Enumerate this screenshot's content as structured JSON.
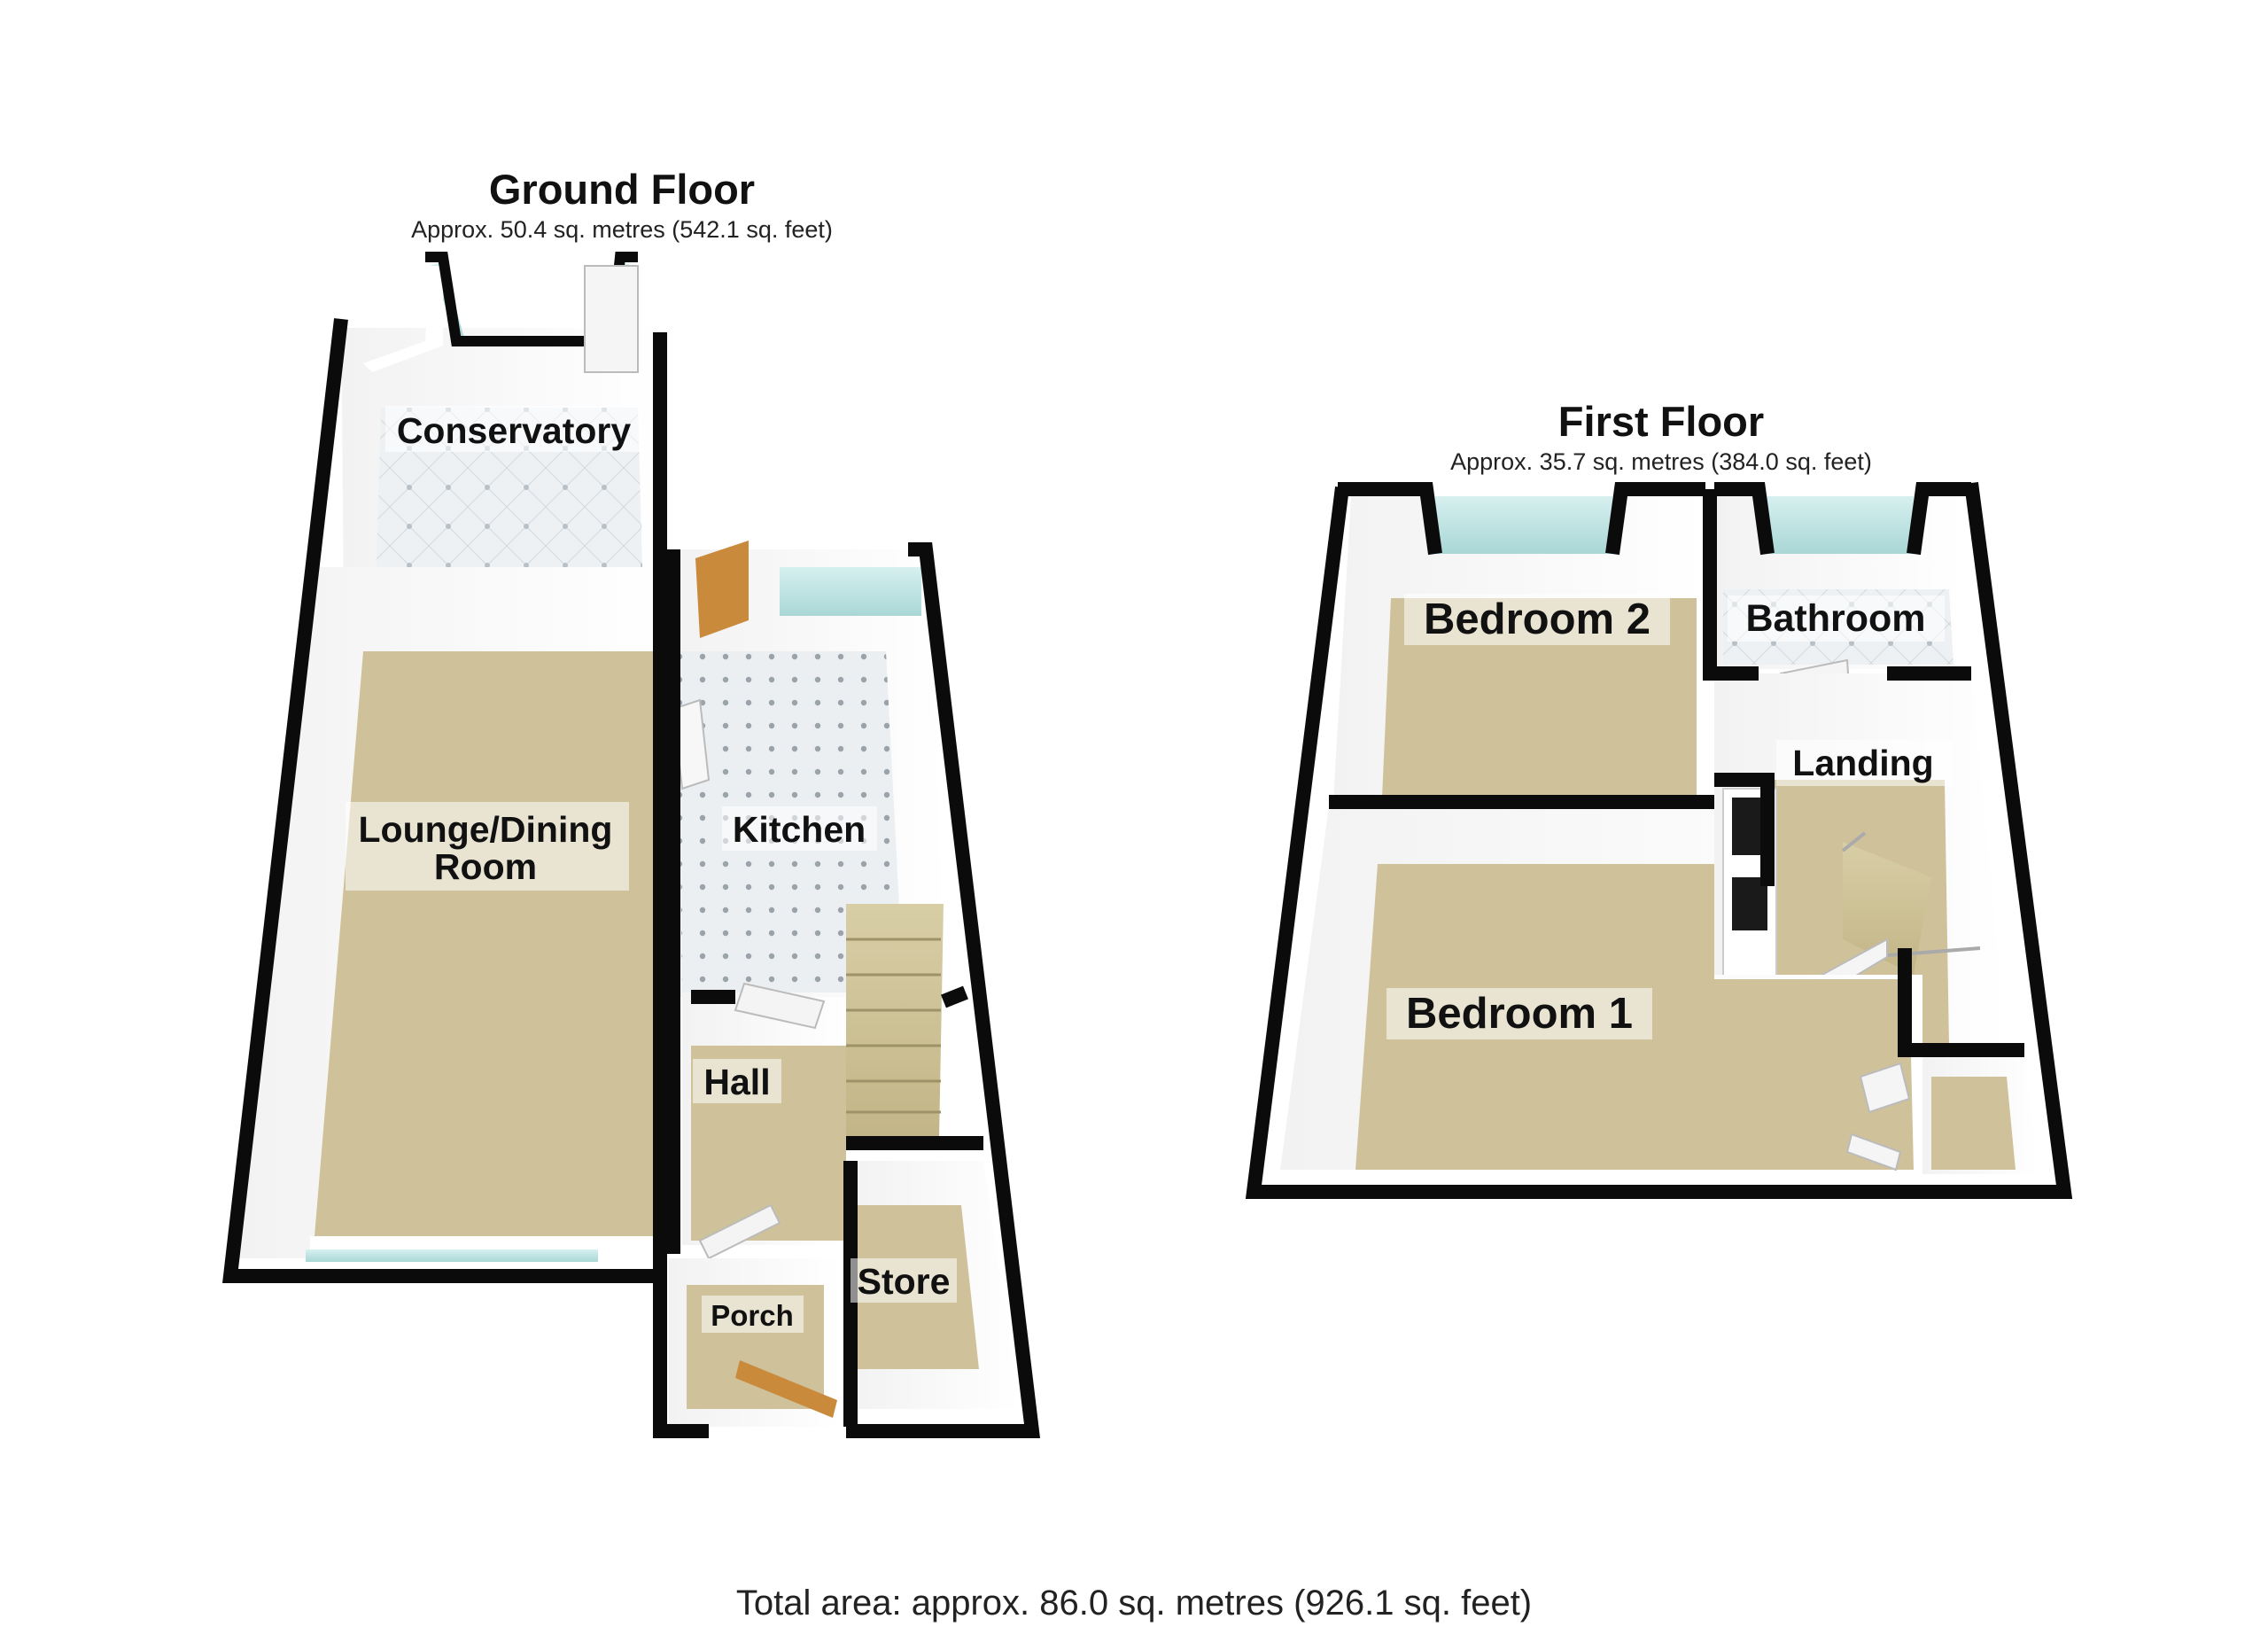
{
  "ground_floor": {
    "title": "Ground Floor",
    "area": "Approx. 50.4 sq. metres (542.1 sq. feet)",
    "rooms": {
      "conservatory": "Conservatory",
      "lounge_line1": "Lounge/Dining",
      "lounge_line2": "Room",
      "kitchen": "Kitchen",
      "hall": "Hall",
      "store": "Store",
      "porch": "Porch"
    }
  },
  "first_floor": {
    "title": "First Floor",
    "area": "Approx. 35.7 sq. metres (384.0 sq. feet)",
    "rooms": {
      "bedroom2": "Bedroom 2",
      "bathroom": "Bathroom",
      "landing": "Landing",
      "bedroom1": "Bedroom 1"
    }
  },
  "total_area": "Total area: approx. 86.0 sq. metres (926.1 sq. feet)",
  "colors": {
    "wall": "#0b0b0b",
    "carpet": "#cfc29a",
    "tile": "#e8ecef",
    "window": "#bfe6e6",
    "inner_wall": "#ffffff",
    "door": "#c98a3c"
  }
}
